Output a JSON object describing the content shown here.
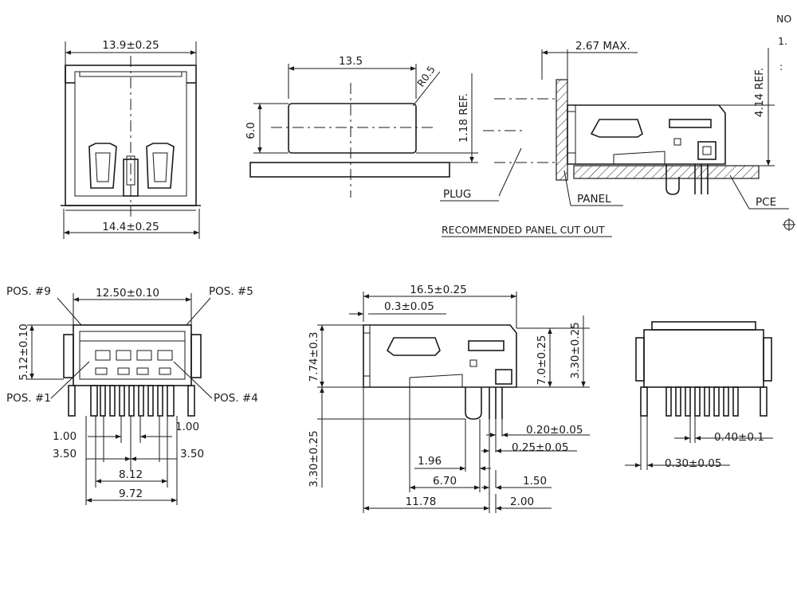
{
  "top_front": {
    "width_top": "13.9±0.25",
    "width_bottom": "14.4±0.25"
  },
  "panel_cutout": {
    "width": "13.5",
    "radius": "R0.5",
    "height": "6.0",
    "ref": "1.18 REF.",
    "title": "RECOMMENDED PANEL CUT OUT"
  },
  "top_side": {
    "max": "2.67 MAX.",
    "ref": "4.14 REF.",
    "plug": "PLUG",
    "panel": "PANEL",
    "pcb": "PCE"
  },
  "notes": {
    "title": "NO",
    "item1": "1."
  },
  "bottom_front": {
    "pos9": "POS. #9",
    "pos5": "POS. #5",
    "pos1": "POS. #1",
    "pos4": "POS. #4",
    "width": "12.50±0.10",
    "height": "5.12±0.10",
    "d1_left": "1.00",
    "d1_right": "1.00",
    "d2_left": "3.50",
    "d2_right": "3.50",
    "d3": "8.12",
    "d4": "9.72"
  },
  "bottom_side": {
    "length": "16.5±0.25",
    "thickness": "0.3±0.05",
    "height_left": "7.74±0.3",
    "height_right": "7.0±0.25",
    "height_right2": "3.30±0.25",
    "below_left": "3.30±0.25",
    "d020": "0.20±0.05",
    "d025": "0.25±0.05",
    "d196": "1.96",
    "d670": "6.70",
    "d150": "1.50",
    "d1178": "11.78",
    "d200": "2.00"
  },
  "bottom_rear": {
    "pitch": "0.40±0.1",
    "thickness": "0.30±0.05"
  }
}
